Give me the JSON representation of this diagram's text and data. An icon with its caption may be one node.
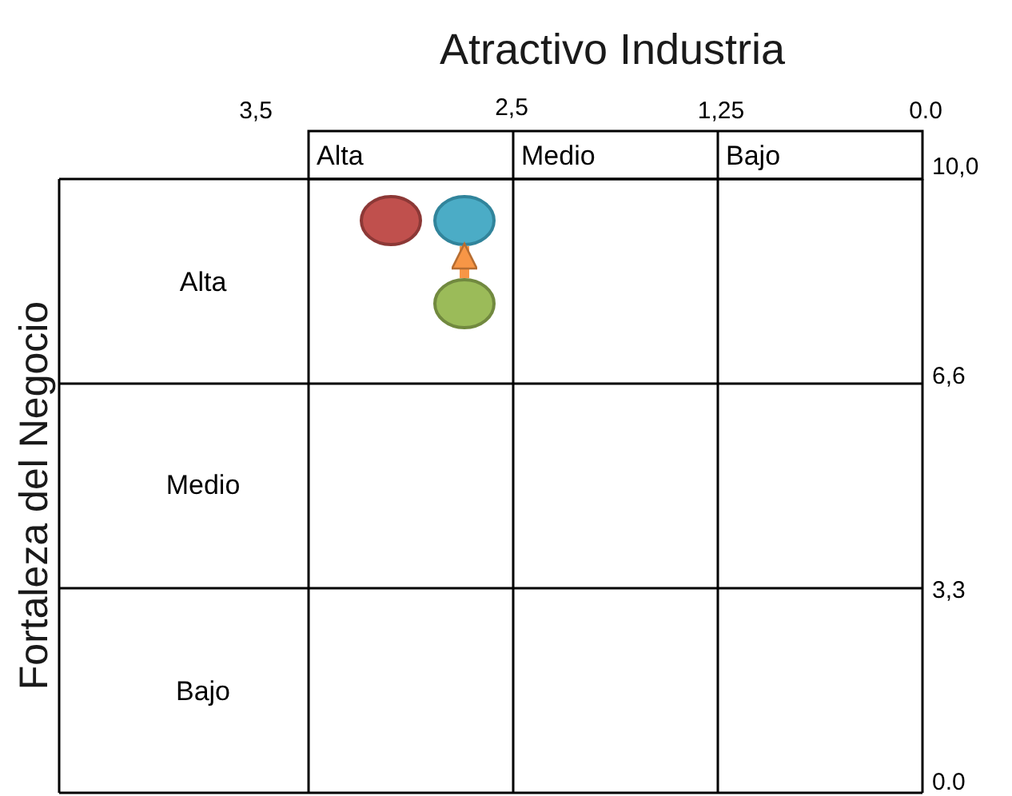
{
  "diagram": {
    "title": "Atractivo Industria",
    "nodes": [
      {
        "text": [],
        "shape": "circle"
      },
      {
        "text": [],
        "shape": "circle"
      },
      {
        "text": [],
        "shape": "circle"
      }
    ],
    "edges": [
      {
        "from": 2,
        "to": 1,
        "arrow": "to"
      }
    ],
    "labels": [
      "3,5",
      "2,5",
      "1,25",
      "0.0",
      "Alta",
      "Medio",
      "Bajo",
      "10,0",
      "Alta",
      "6,6",
      "Medio",
      "3,3",
      "Bajo",
      "0.0",
      "Fortaleza del Negocio"
    ]
  }
}
